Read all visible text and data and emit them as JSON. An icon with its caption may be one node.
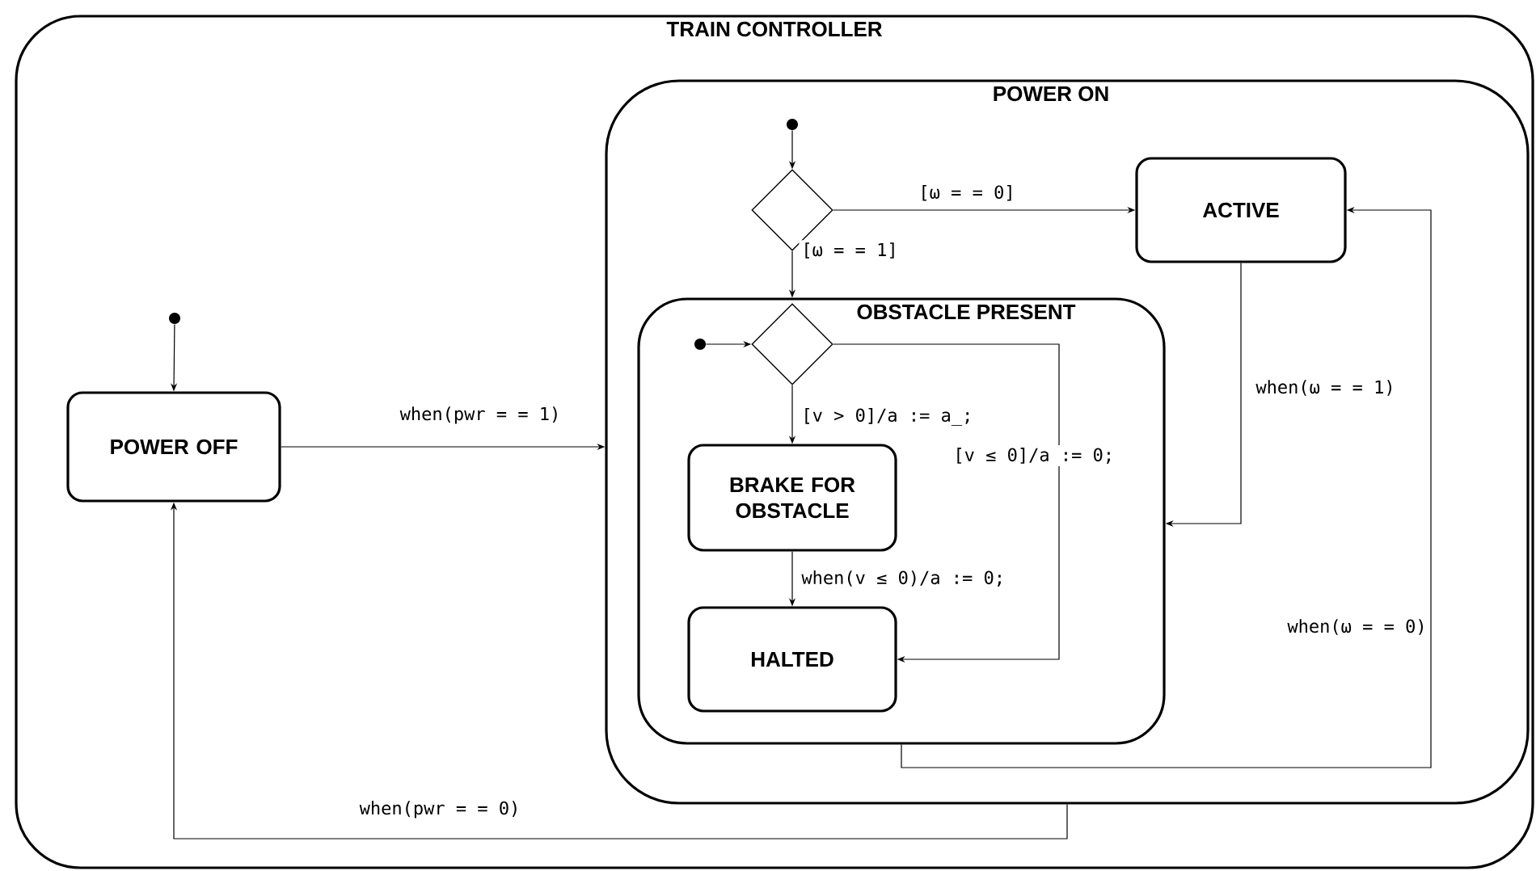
{
  "diagram": {
    "nodes": [
      {
        "text": [
          "TRAIN CONTROLLER"
        ]
      },
      {
        "text": [],
        "shape": "circle",
        "in": 0
      },
      {
        "text": [
          "POWER OFF"
        ],
        "in": 0
      },
      {
        "text": [
          "POWER ON"
        ],
        "in": 0
      },
      {
        "text": [],
        "shape": "circle",
        "in": 3
      },
      {
        "text": [],
        "shape": "diamond",
        "in": 3
      },
      {
        "text": [
          "ACTIVE"
        ],
        "in": 3
      },
      {
        "text": [
          "OBSTACLE PRESENT"
        ],
        "in": 3
      },
      {
        "text": [],
        "shape": "circle",
        "in": 7
      },
      {
        "text": [],
        "shape": "diamond",
        "in": 7
      },
      {
        "text": [
          "BRAKE FOR OBSTACLE"
        ],
        "in": 7
      },
      {
        "text": [
          "HALTED"
        ],
        "in": 7
      }
    ],
    "edges": [
      {
        "from": 1,
        "to": 2,
        "arrow": "to"
      },
      {
        "from": 2,
        "to": 3,
        "arrow": "to",
        "label": "when(pwr = = 1)"
      },
      {
        "from": 4,
        "to": 5,
        "arrow": "to"
      },
      {
        "from": 5,
        "to": 6,
        "arrow": "to",
        "label": "[ω = = 0]"
      },
      {
        "from": 5,
        "to": 7,
        "arrow": "to",
        "label": "[ω = = 1]"
      },
      {
        "from": 8,
        "to": 9,
        "arrow": "to"
      },
      {
        "from": 9,
        "to": 10,
        "arrow": "to",
        "label": "[v > 0]/a := a_;"
      },
      {
        "from": 9,
        "to": 11,
        "arrow": "to",
        "label": "[v ≤ 0]/a := 0;"
      },
      {
        "from": 10,
        "to": 11,
        "arrow": "to",
        "label": "when(v ≤ 0)/a := 0;"
      },
      {
        "from": 6,
        "to": 7,
        "arrow": "to",
        "label": "when(ω = = 1)"
      },
      {
        "from": 7,
        "to": 6,
        "arrow": "to",
        "label": "when(ω = = 0)"
      },
      {
        "from": 3,
        "to": 2,
        "arrow": "to",
        "label": "when(pwr = = 0)"
      }
    ]
  }
}
